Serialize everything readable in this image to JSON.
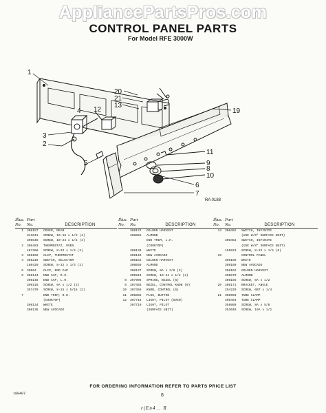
{
  "watermark": "AppliancePartsPros.com",
  "title": "CONTROL PANEL PARTS",
  "subtitle": "For Model RFE 3000W",
  "diagram": {
    "callouts": [
      "1",
      "2",
      "3",
      "4",
      "5",
      "6",
      "7",
      "8",
      "9",
      "10",
      "11",
      "12",
      "13",
      "19",
      "20",
      "21"
    ],
    "ref_code": "RA 0188"
  },
  "table_headers": {
    "illus": "Illus.",
    "no": "No.",
    "part": "Part",
    "part_no": "No.",
    "description": "DESCRIPTION"
  },
  "columns": [
    {
      "rows": [
        {
          "illus": "1",
          "part": "308157",
          "desc": "COVER, REAR"
        },
        {
          "illus": "",
          "part": "343641",
          "desc": "SCREW, 10-16 x 1/2 (4)"
        },
        {
          "illus": "",
          "part": "306548",
          "desc": "SCREW, 10-24 x 1/2 (4)"
        },
        {
          "illus": "2",
          "part": "308483",
          "desc": "THERMOSTAT, OVEN"
        },
        {
          "illus": "",
          "part": "487366",
          "desc": "SCREW, 8-32 x 1/4 (2)"
        },
        {
          "illus": "3",
          "part": "308159",
          "desc": "CLIP, THERMOSTAT"
        },
        {
          "illus": "4",
          "part": "308219",
          "desc": "SWITCH, SELECTOR"
        },
        {
          "illus": "",
          "part": "180429",
          "desc": "SCREW, 8-32 x 1/4 (2)"
        },
        {
          "illus": "5",
          "part": "39064",
          "desc": "CLIP, END CAP"
        },
        {
          "illus": "6",
          "part": "308144",
          "desc": "END CAP, R.H."
        },
        {
          "illus": "",
          "part": "308146",
          "desc": "END CAP, L.H."
        },
        {
          "illus": "",
          "part": "308116",
          "desc": "SCREW, 6A x 1/2 (2)"
        },
        {
          "illus": "",
          "part": "357470",
          "desc": "SCREW, 8-15 x 5/16 (2)"
        },
        {
          "illus": "7",
          "part": "",
          "desc": "END TRIM, R.H."
        },
        {
          "illus": "",
          "part": "",
          "desc": "(COOKTOP)"
        },
        {
          "illus": "",
          "part": "308134",
          "desc": "WHITE"
        },
        {
          "illus": "",
          "part": "308136",
          "desc": "NEW AVOCADO"
        }
      ]
    },
    {
      "rows": [
        {
          "illus": "",
          "part": "308137",
          "desc": "GOLDEN HARVEST"
        },
        {
          "illus": "",
          "part": "308655",
          "desc": "ALMOND"
        },
        {
          "illus": "",
          "part": "",
          "desc": "END TRIM, L.H."
        },
        {
          "illus": "",
          "part": "",
          "desc": "(COOKTOP)"
        },
        {
          "illus": "",
          "part": "308139",
          "desc": "WHITE"
        },
        {
          "illus": "",
          "part": "308140",
          "desc": "NEW AVOCADO"
        },
        {
          "illus": "",
          "part": "",
          "desc": ""
        },
        {
          "illus": "",
          "part": "308152",
          "desc": "GOLDEN HARVEST"
        },
        {
          "illus": "",
          "part": "308659",
          "desc": "ALMOND"
        },
        {
          "illus": "",
          "part": "308137",
          "desc": "SCREW, 8A x 3/8 (2)"
        },
        {
          "illus": "",
          "part": "305944",
          "desc": "SCREW, 10-24 x 1/2 (4)"
        },
        {
          "illus": "8",
          "part": "307905",
          "desc": "SPRING, BEZEL (6)"
        },
        {
          "illus": "9",
          "part": "307456",
          "desc": "BEZEL, CONTROL KNOB (6)"
        },
        {
          "illus": "10",
          "part": "307458",
          "desc": "KNOB, CONTROL (6)"
        },
        {
          "illus": "11",
          "part": "308855",
          "desc": "PLUG, BUTTON"
        },
        {
          "illus": "12",
          "part": "307718",
          "desc": "LIGHT, PILOT (OVEN)"
        },
        {
          "illus": "",
          "part": "307719",
          "desc": "LIGHT, PILOT"
        },
        {
          "illus": "",
          "part": "",
          "desc": "(SURFACE UNIT)"
        }
      ]
    },
    {
      "rows": [
        {
          "illus": "13",
          "part": "308452",
          "desc": "SWITCH, INFINITE"
        },
        {
          "illus": "",
          "part": "",
          "desc": "(USE W/6\" SURFACE UNIT)"
        },
        {
          "illus": "",
          "part": "308453",
          "desc": "SWITCH, INFINITE"
        },
        {
          "illus": "",
          "part": "",
          "desc": "(USE W/8\" SURFACE UNIT)"
        },
        {
          "illus": "",
          "part": "155623",
          "desc": "SCREW, 8-32 x 1/4 (6)"
        },
        {
          "illus": "19",
          "part": "",
          "desc": "CONTROL PANEL"
        },
        {
          "illus": "",
          "part": "308159",
          "desc": "WHITE"
        },
        {
          "illus": "",
          "part": "308160",
          "desc": "NEW AVOCADO"
        },
        {
          "illus": "",
          "part": "",
          "desc": ""
        },
        {
          "illus": "",
          "part": "308162",
          "desc": "GOLDEN HARVEST"
        },
        {
          "illus": "",
          "part": "308670",
          "desc": "ALMOND"
        },
        {
          "illus": "",
          "part": "308156",
          "desc": "SCREW, 6A x 1/2"
        },
        {
          "illus": "20",
          "part": "308171",
          "desc": "BRACKET, ANGLE"
        },
        {
          "illus": "",
          "part": "294229",
          "desc": "SCREW, 6BT x 1/4"
        },
        {
          "illus": "21",
          "part": "308993",
          "desc": "TUBE CLAMP"
        },
        {
          "illus": "",
          "part": "308494",
          "desc": "TUBE CLAMP"
        },
        {
          "illus": "",
          "part": "358869",
          "desc": "SCREW, 8A x 5/8"
        },
        {
          "illus": "",
          "part": "353049",
          "desc": "SCREW, 10A x 1/2"
        }
      ]
    }
  ],
  "footer": "FOR ORDERING INFORMATION REFER TO PARTS PRICE LIST",
  "page_number": "6",
  "doc_id": "180407",
  "cutoff_text": "r(En4 .. R"
}
